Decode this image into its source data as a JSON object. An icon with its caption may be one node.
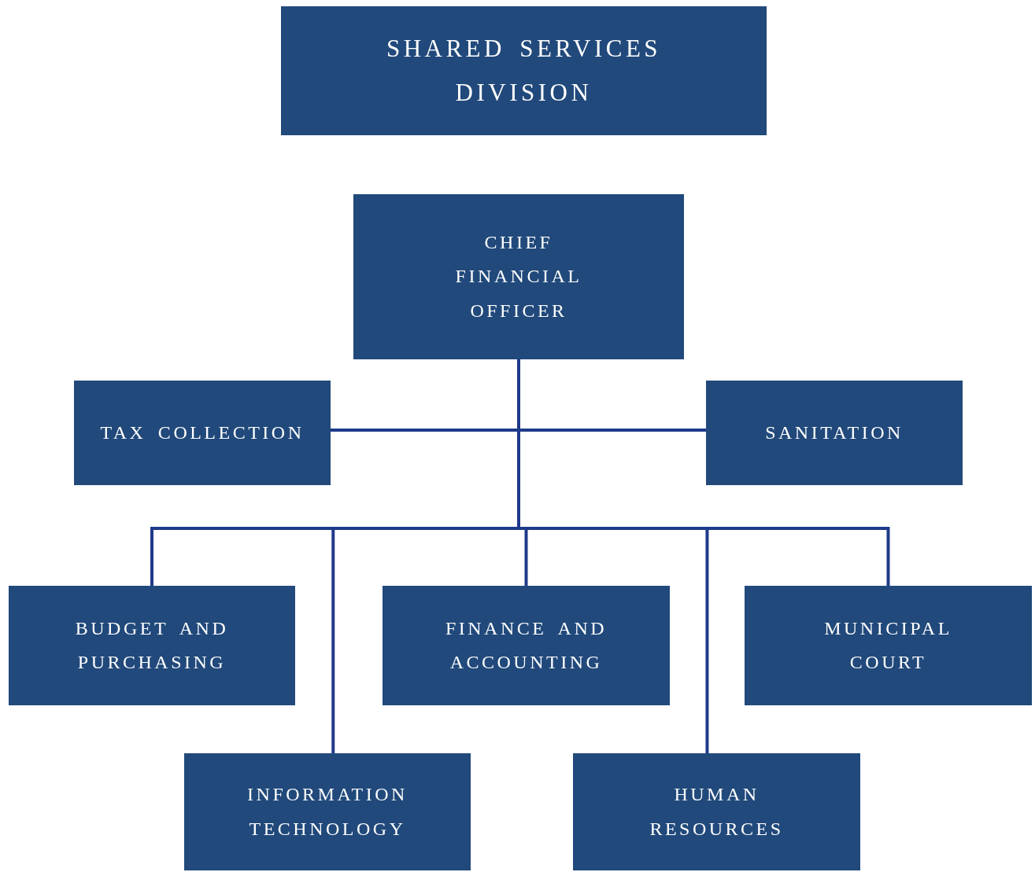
{
  "diagram": {
    "nodes": [
      {
        "text": [
          "SHARED SERVICES DIVISION"
        ]
      },
      {
        "text": [
          "CHIEF FINANCIAL OFFICER"
        ]
      },
      {
        "text": [
          "TAX COLLECTION"
        ]
      },
      {
        "text": [
          "SANITATION"
        ]
      },
      {
        "text": [
          "BUDGET AND PURCHASING"
        ]
      },
      {
        "text": [
          "FINANCE AND ACCOUNTING"
        ]
      },
      {
        "text": [
          "MUNICIPAL COURT"
        ]
      },
      {
        "text": [
          "INFORMATION TECHNOLOGY"
        ]
      },
      {
        "text": [
          "HUMAN RESOURCES"
        ]
      }
    ],
    "edges": [
      {
        "from": 1,
        "to": 2,
        "arrow": "none"
      },
      {
        "from": 1,
        "to": 3,
        "arrow": "none"
      },
      {
        "from": 1,
        "to": 4,
        "arrow": "none"
      },
      {
        "from": 1,
        "to": 7,
        "arrow": "none"
      },
      {
        "from": 1,
        "to": 5,
        "arrow": "none"
      },
      {
        "from": 1,
        "to": 8,
        "arrow": "none"
      },
      {
        "from": 1,
        "to": 6,
        "arrow": "none"
      }
    ]
  }
}
